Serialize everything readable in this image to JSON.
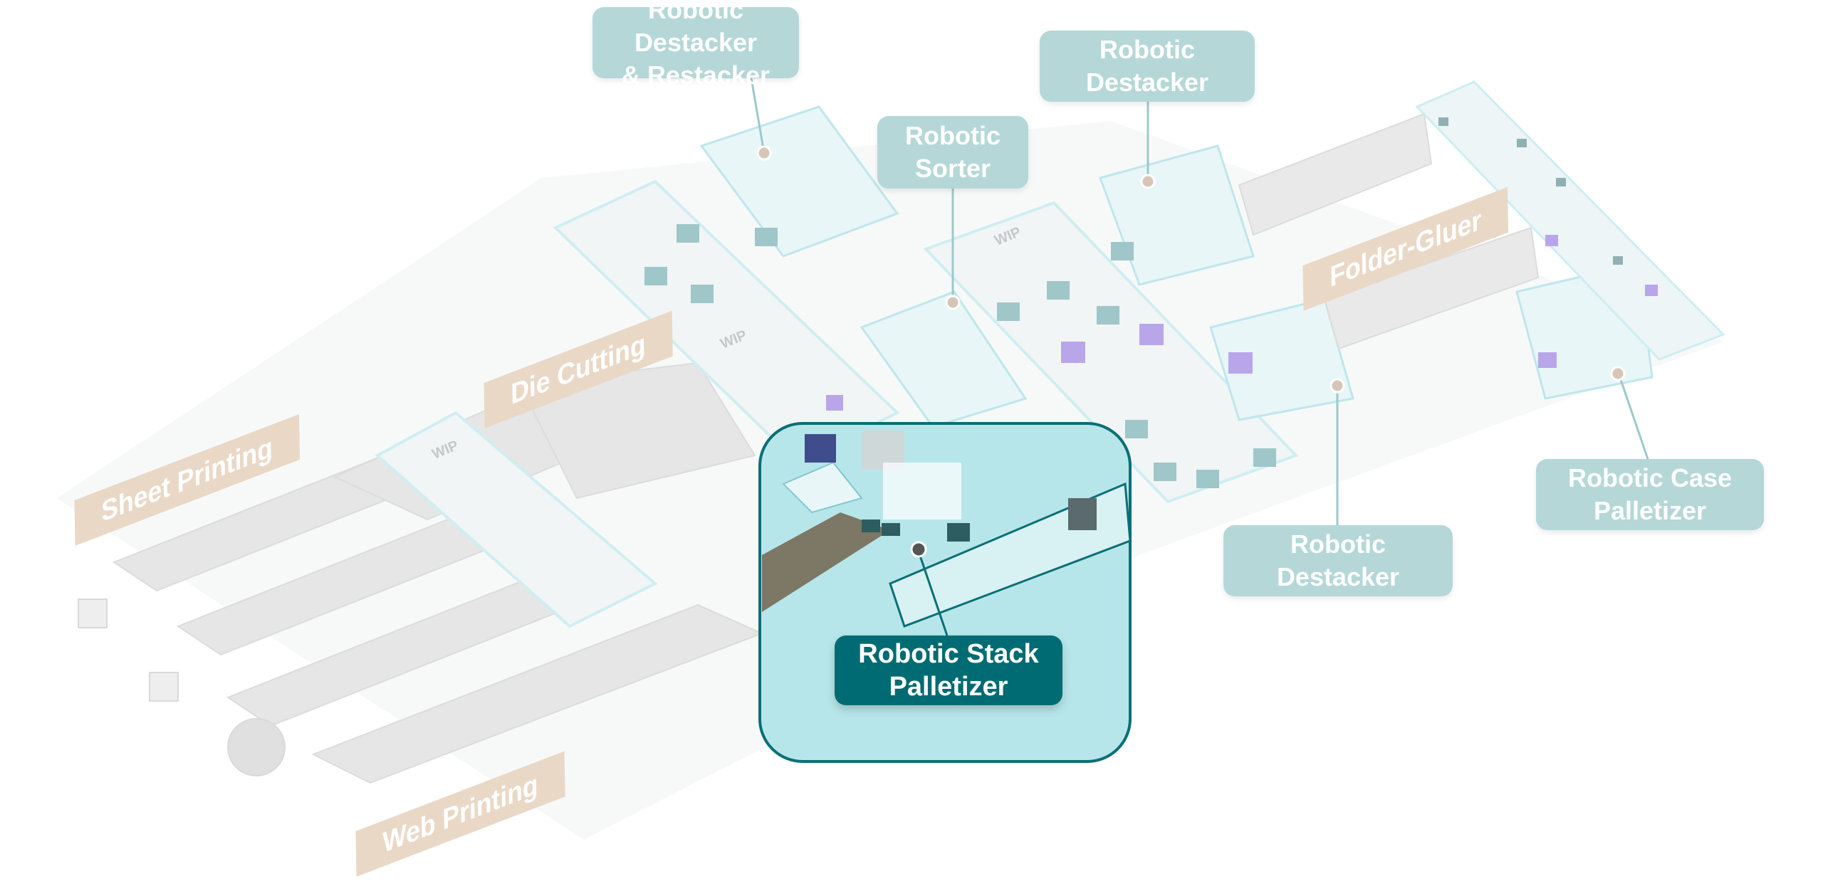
{
  "process_areas": {
    "sheet_printing": "Sheet Printing",
    "die_cutting": "Die Cutting",
    "web_printing": "Web Printing",
    "folder_gluer": "Folder-Gluer"
  },
  "wip_labels": [
    "WIP",
    "WIP",
    "WIP"
  ],
  "callouts": {
    "destacker_restacker": {
      "line1": "Robotic Destacker",
      "line2": "& Restacker"
    },
    "sorter": {
      "line1": "Robotic",
      "line2": "Sorter"
    },
    "destacker_top": {
      "line1": "Robotic",
      "line2": "Destacker"
    },
    "destacker_bottom": {
      "line1": "Robotic",
      "line2": "Destacker"
    },
    "case_palletizer": {
      "line1": "Robotic Case",
      "line2": "Palletizer"
    },
    "stack_palletizer": {
      "line1": "Robotic Stack",
      "line2": "Palletizer"
    }
  },
  "colors": {
    "callout_bg": "#b5d7d8",
    "callout_active_bg": "#006b73",
    "highlight_fill": "#b7e6ea",
    "highlight_border": "#0a6f76",
    "area_label_bg": "#ead8c7",
    "cell_fence": "#cdeff4",
    "equipment": "#ececec",
    "pallet_box": "#9fc6c8",
    "purple_box": "#b9a6ea"
  }
}
